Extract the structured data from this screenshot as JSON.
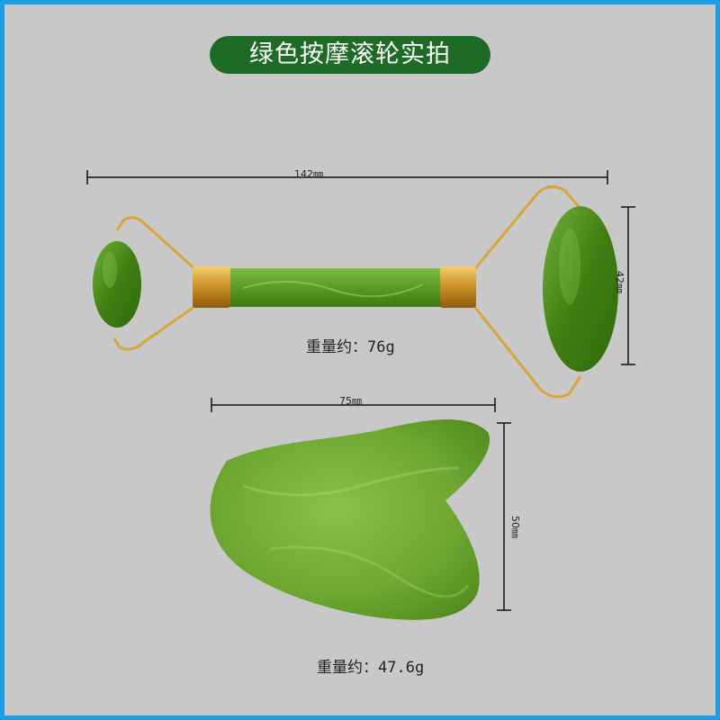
{
  "title": "绿色按摩滚轮实拍",
  "roller": {
    "length_label": "142㎜",
    "height_label": "42㎜",
    "weight_label": "重量约：76g"
  },
  "gua_sha": {
    "width_label": "75㎜",
    "height_label": "50㎜",
    "weight_label": "重量约：47.6g"
  },
  "colors": {
    "border": "#1e9ce6",
    "background": "#c8c8c8",
    "title_pill": "#1d6b24",
    "jade": "#4f8d1a",
    "gold": "#d9a53a"
  }
}
